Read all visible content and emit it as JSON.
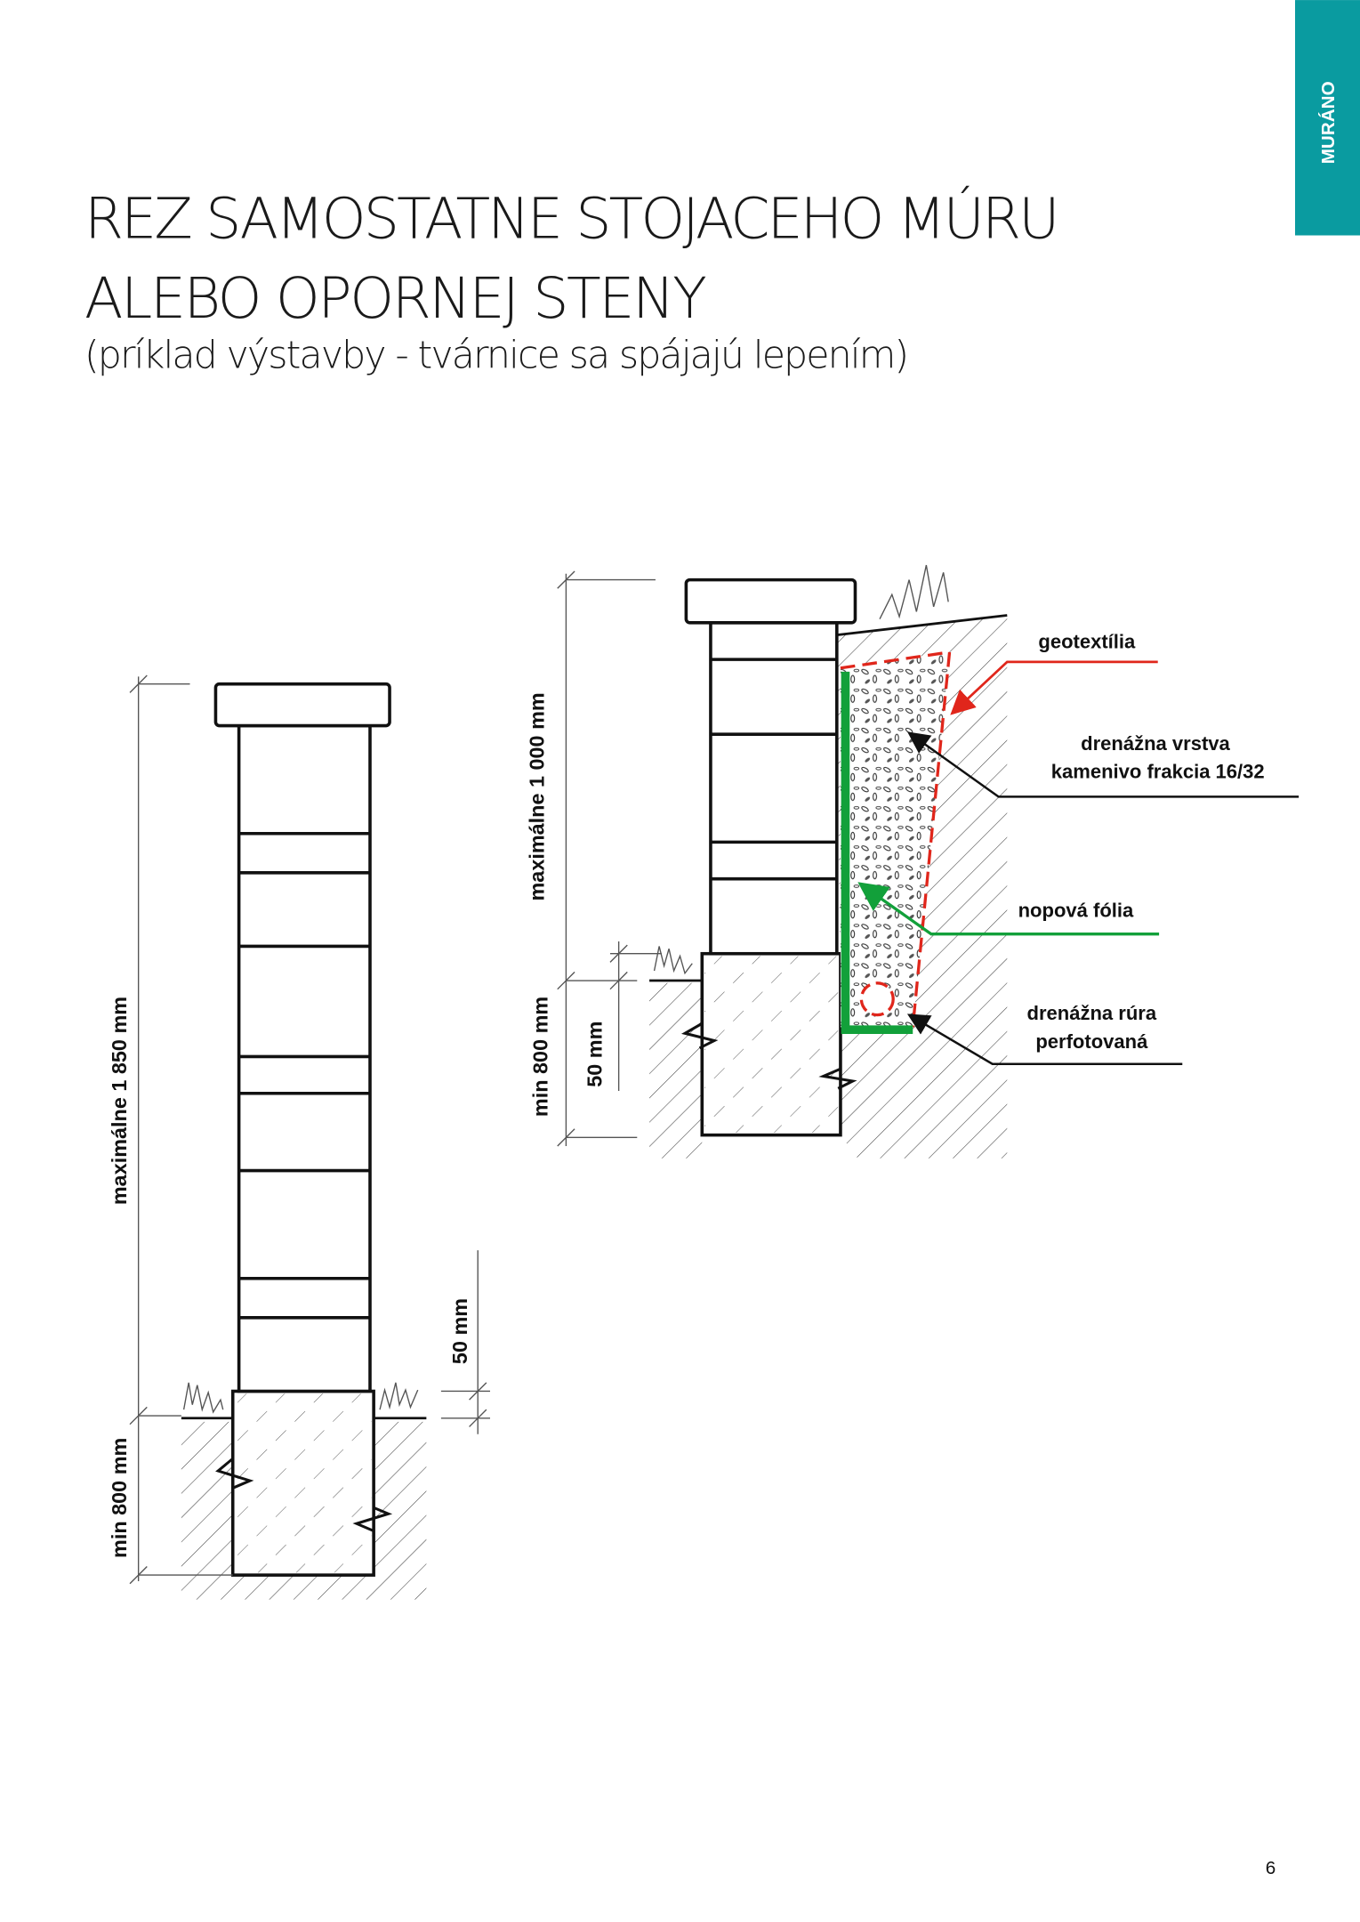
{
  "brand_tab": {
    "label": "MURÁNO",
    "color": "#0a9ba0"
  },
  "title": {
    "line1": "REZ SAMOSTATNE STOJACEHO MÚRU",
    "line2": "ALEBO OPORNEJ STENY",
    "subtitle": "(príklad výstavby - tvárnice sa spájajú lepením)"
  },
  "freestanding_wall": {
    "height_label": "maximálne 1 850 mm",
    "foundation_label": "min 800 mm",
    "offset_label": "50 mm"
  },
  "retaining_wall": {
    "height_label": "maximálne 1 000 mm",
    "foundation_label": "min 800 mm",
    "offset_label": "50 mm",
    "callouts": {
      "geotextile": "geotextília",
      "drainage_layer_1": "drenážna vrstva",
      "drainage_layer_2": "kamenivo frakcia 16/32",
      "dimple_membrane": "nopová fólia",
      "drain_pipe_1": "drenážna rúra",
      "drain_pipe_2": "perfotovaná"
    },
    "colors": {
      "geotextile": "#e0261b",
      "membrane": "#12a03a"
    }
  },
  "page_number": "6"
}
